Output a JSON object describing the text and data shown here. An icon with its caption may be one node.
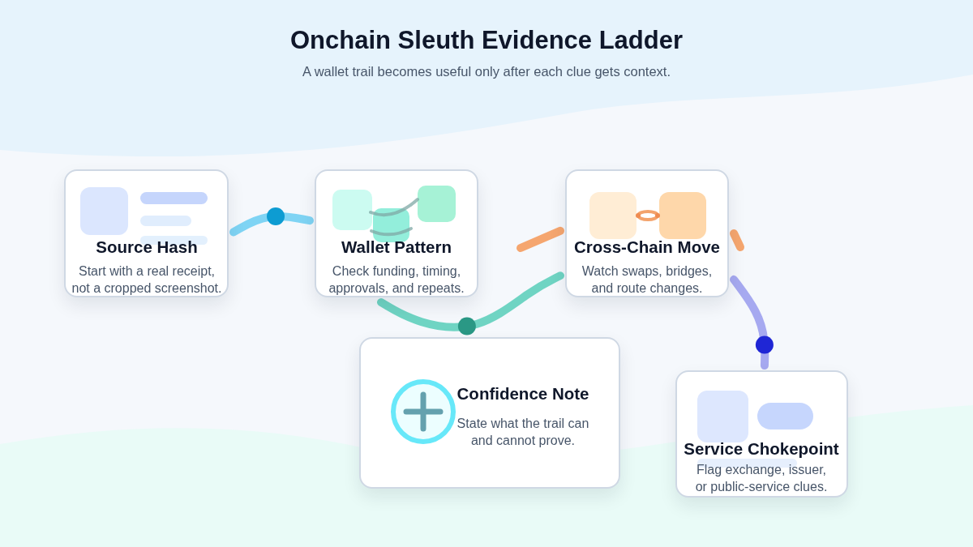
{
  "diagram": {
    "title": "Onchain Sleuth Evidence Ladder",
    "caption": "A wallet trail becomes useful only after each clue gets context.",
    "nodes": [
      {
        "text": [
          "Source Hash",
          "Start with a real receipt, not a cropped screenshot."
        ]
      },
      {
        "text": [
          "Wallet Pattern",
          "Check funding, timing, approvals, and repeats."
        ]
      },
      {
        "text": [
          "Cross-Chain Move",
          "Watch swaps, bridges, and route changes."
        ]
      },
      {
        "text": [
          "Confidence Note",
          "State what the trail can and cannot prove."
        ]
      },
      {
        "text": [
          "Service Chokepoint",
          "Flag exchange, issuer, or public-service clues."
        ]
      }
    ],
    "edges": [
      {
        "from": 0,
        "to": 1,
        "arrow": "none",
        "color": "#7fd4f4"
      },
      {
        "from": 1,
        "to": 2,
        "arrow": "none",
        "color": "#6fd4c3"
      },
      {
        "from": null,
        "to": 2,
        "arrow": "none",
        "color": "#f5a66f"
      },
      {
        "from": 2,
        "to": null,
        "arrow": "none",
        "color": "#f5a66f"
      },
      {
        "from": 2,
        "to": 4,
        "arrow": "none",
        "color": "#a6a9f0"
      }
    ]
  }
}
